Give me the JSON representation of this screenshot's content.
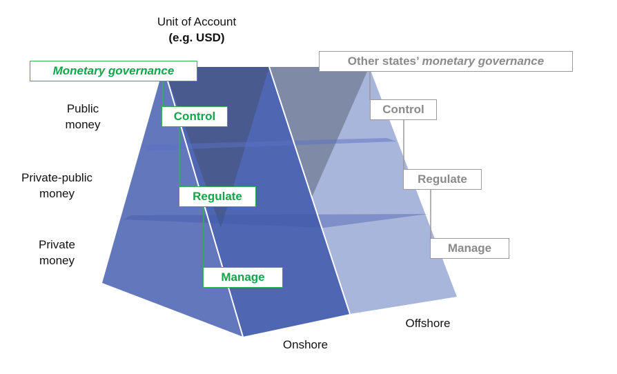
{
  "title": {
    "line1": "Unit of Account",
    "line2": "(e.g. USD)"
  },
  "rows": [
    {
      "label": "Public money",
      "l1": "Public",
      "l2": "money"
    },
    {
      "label": "Private-public money",
      "l1": "Private-public",
      "l2": "money"
    },
    {
      "label": "Private money",
      "l1": "Private",
      "l2": "money"
    }
  ],
  "onshore": {
    "governance": "Monetary governance",
    "control": "Control",
    "regulate": "Regulate",
    "manage": "Manage",
    "label": "Onshore"
  },
  "offshore": {
    "governance_prefix": "Other states’ ",
    "governance_italic": "monetary governance",
    "control": "Control",
    "regulate": "Regulate",
    "manage": "Manage",
    "label": "Offshore"
  },
  "colors": {
    "green": "#12a54a",
    "gray": "#8a8a8a",
    "blue": "#4f67b6",
    "light_blue": "#a8b7de"
  }
}
